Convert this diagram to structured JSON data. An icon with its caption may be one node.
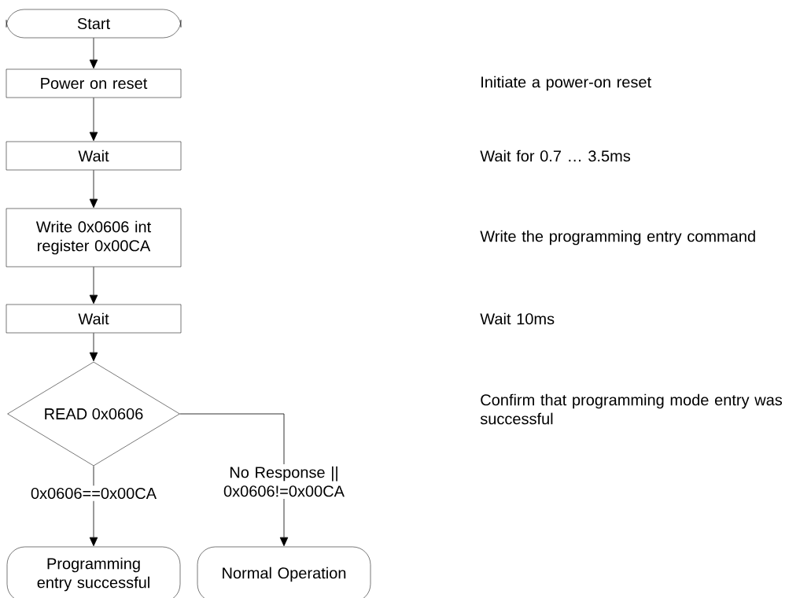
{
  "diagram": {
    "nodes": [
      {
        "text": [
          "Start"
        ]
      },
      {
        "text": [
          "Power on reset"
        ]
      },
      {
        "text": [
          "Wait"
        ]
      },
      {
        "text": [
          "Write 0x0606 int register 0x00CA"
        ]
      },
      {
        "text": [
          "Wait"
        ]
      },
      {
        "text": [
          "READ 0x0606"
        ]
      },
      {
        "text": [
          "Programming entry successful"
        ]
      },
      {
        "text": [
          "Normal Operation"
        ]
      }
    ],
    "edges": [
      {
        "from": 0,
        "to": 1,
        "arrow": "to"
      },
      {
        "from": 1,
        "to": 2,
        "arrow": "to"
      },
      {
        "from": 2,
        "to": 3,
        "arrow": "to"
      },
      {
        "from": 3,
        "to": 4,
        "arrow": "to"
      },
      {
        "from": 4,
        "to": 5,
        "arrow": "to"
      },
      {
        "from": 5,
        "to": 6,
        "arrow": "to",
        "label": "0x0606==0x00CA"
      },
      {
        "from": 5,
        "to": 7,
        "arrow": "to",
        "label": "No Response || 0x0606!=0x00CA"
      }
    ],
    "labels": [
      "Initiate a power-on reset",
      "Wait for 0.7 … 3.5ms",
      "Write the programming entry command",
      "Wait 10ms",
      "Confirm that programming mode entry was successful"
    ]
  }
}
